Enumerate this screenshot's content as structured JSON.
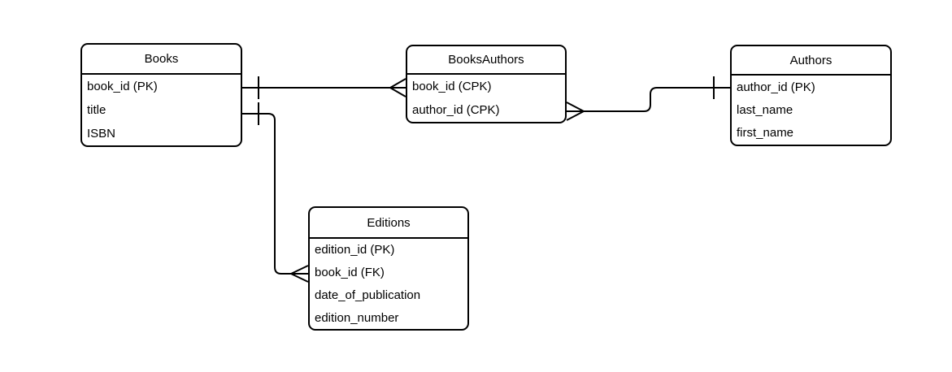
{
  "diagram": {
    "type": "entity-relationship-diagram",
    "background_color": "#ffffff",
    "line_color": "#000000",
    "text_color": "#000000",
    "shape_fill": "#ffffff"
  },
  "entities": {
    "books": {
      "title": "Books",
      "fields": [
        "book_id (PK)",
        "title",
        "ISBN"
      ]
    },
    "books_authors": {
      "title": "BooksAuthors",
      "fields": [
        "book_id (CPK)",
        "author_id (CPK)"
      ]
    },
    "authors": {
      "title": "Authors",
      "fields": [
        "author_id (PK)",
        "last_name",
        "first_name"
      ]
    },
    "editions": {
      "title": "Editions",
      "fields": [
        "edition_id (PK)",
        "book_id (FK)",
        "date_of_publication",
        "edition_number"
      ]
    }
  },
  "relationships": [
    {
      "from_entity": "Books",
      "from_field": "book_id (PK)",
      "to_entity": "BooksAuthors",
      "to_field": "book_id (CPK)",
      "from_marker": "one (tick)",
      "to_marker": "many (crow's foot)"
    },
    {
      "from_entity": "Books",
      "from_field": "title",
      "to_entity": "Editions",
      "to_field": "book_id (FK)",
      "from_marker": "one (tick)",
      "to_marker": "many (crow's foot)"
    },
    {
      "from_entity": "Authors",
      "from_field": "author_id (PK)",
      "to_entity": "BooksAuthors",
      "to_field": "author_id (CPK)",
      "from_marker": "one (tick)",
      "to_marker": "many (crow's foot)"
    }
  ]
}
